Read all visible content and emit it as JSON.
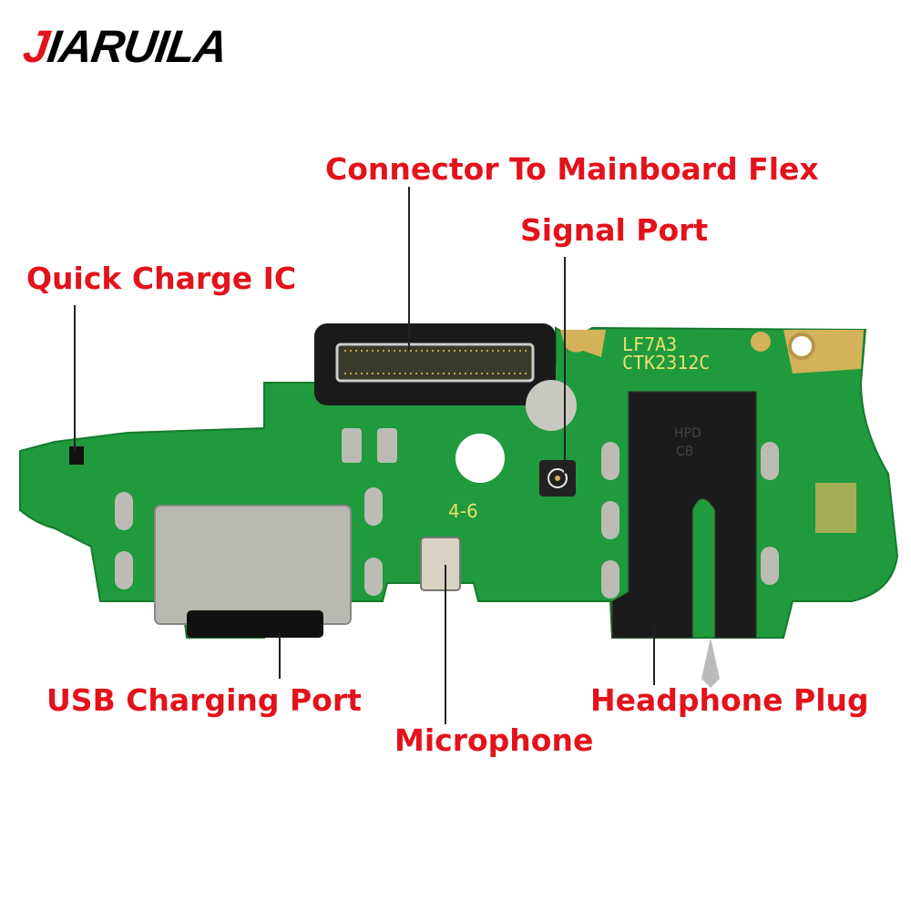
{
  "brand": {
    "first_letter": "J",
    "rest": "IARUILA"
  },
  "board_markings": {
    "model": "LF7A3",
    "code": "CTK2312C",
    "jack_text_1": "HPD",
    "jack_text_2": "CB",
    "silk": "4-6"
  },
  "labels": {
    "connector": "Connector To Mainboard Flex",
    "signal": "Signal Port",
    "quick_charge": "Quick Charge IC",
    "usb": "USB Charging Port",
    "microphone": "Microphone",
    "headphone": "Headphone Plug"
  },
  "colors": {
    "label": "#e3121b",
    "pcb": "#1f9a3c",
    "gold": "#d3b25a"
  }
}
